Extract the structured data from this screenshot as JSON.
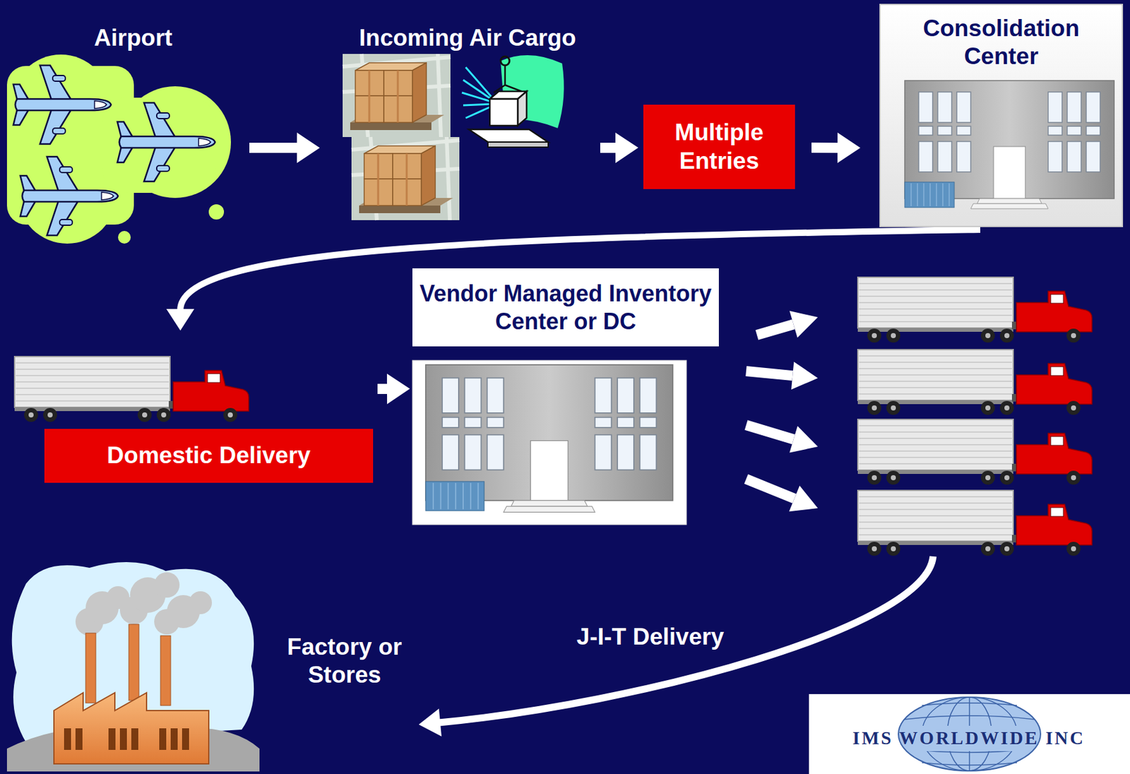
{
  "diagram": {
    "nodes": [
      {
        "text": [
          "Airport"
        ]
      },
      {
        "text": [
          "Incoming Air Cargo"
        ]
      },
      {
        "text": [
          "Multiple Entries"
        ]
      },
      {
        "text": [
          "Consolidation Center"
        ]
      },
      {
        "text": [
          "Domestic Delivery"
        ]
      },
      {
        "text": [
          "Vendor Managed Inventory Center or DC"
        ]
      },
      {
        "text": [
          "Factory or Stores"
        ]
      }
    ],
    "edges": [
      {
        "from": 0,
        "to": 1,
        "arrow": "to"
      },
      {
        "from": 1,
        "to": 2,
        "arrow": "to"
      },
      {
        "from": 2,
        "to": 3,
        "arrow": "to"
      },
      {
        "from": 3,
        "to": 4,
        "arrow": "to"
      },
      {
        "from": 4,
        "to": 5,
        "arrow": "to"
      },
      {
        "from": 5,
        "to": 6,
        "label": "J-I-T Delivery",
        "arrow": "to"
      }
    ],
    "labels": [
      "IMS WORLDWIDE INC"
    ]
  }
}
